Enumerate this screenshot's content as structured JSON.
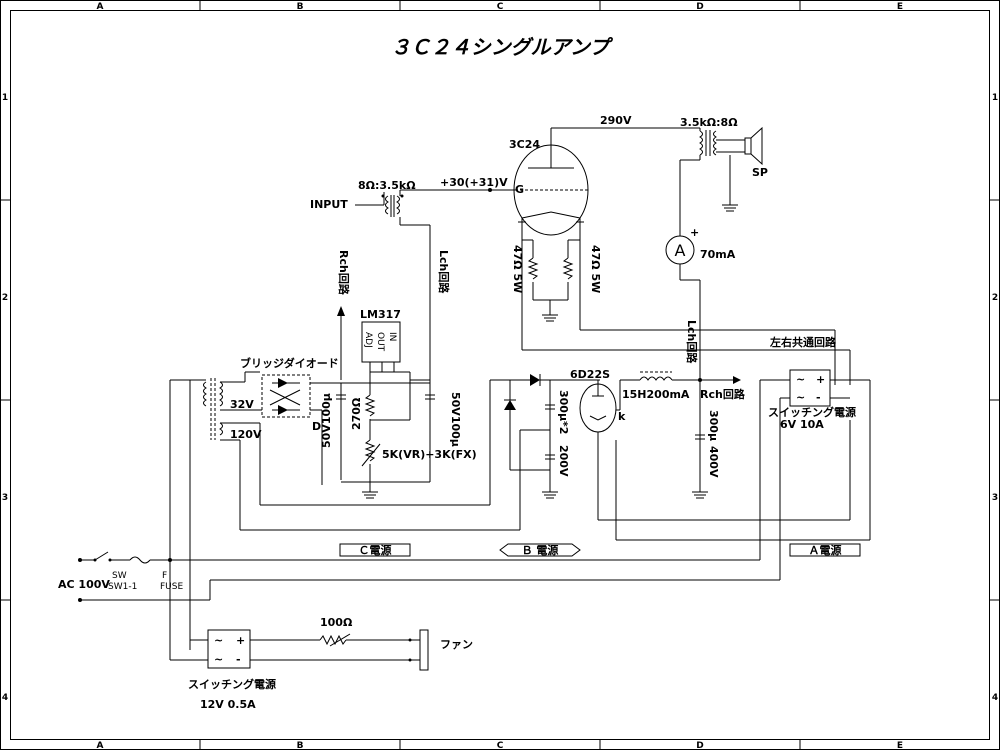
{
  "title": "３Ｃ２４シングルアンプ",
  "grid": {
    "columns": [
      "A",
      "B",
      "C",
      "D",
      "E"
    ],
    "rows": [
      "1",
      "2",
      "3",
      "4"
    ]
  },
  "labels": {
    "input_trans": "8Ω:3.5kΩ",
    "input": "INPUT",
    "grid_bias": "+30(+31)V",
    "grid_pin": "G",
    "tube": "3C24",
    "b_plus": "290V",
    "output_trans": "3.5kΩ:8Ω",
    "speaker": "SP",
    "ammeter": "A",
    "plate_current": "70mA",
    "res_47_left": "47Ω 5W",
    "res_47_right": "47Ω 5W",
    "rch_circuit": "Rch回路",
    "lch_circuit": "Lch回路",
    "lch_circuit_2": "Lch回路",
    "regulator": "LM317",
    "adj": "ADJ",
    "out": "OUT",
    "in": "IN",
    "bridge": "ブリッジダイオード",
    "tap_32": "32V",
    "tap_120": "120V",
    "diode_d": "D",
    "cap_50_100_a": "50V100μ",
    "res_270": "270Ω",
    "cap_50_100_b": "50V100μ",
    "vr": "5K(VR)+3K(FX)",
    "rectifier": "6D22S",
    "cap_300x2": "300μ*2",
    "cap_200": "200V",
    "k_pin": "k",
    "choke": "15H200mA",
    "rch_out": "Rch回路",
    "cap_300": "300μ",
    "cap_400": "400V",
    "common": "左右共通回路",
    "sw_psu_a": "スイッチング電源",
    "sw_psu_a_rating": "6V  10A",
    "c_supply": "Ｃ電源",
    "b_supply": "Ｂ 電源",
    "a_supply": "Ａ電源",
    "ac": "AC 100V",
    "sw": "SW",
    "sw_id": "SW1-1",
    "fuse_f": "F",
    "fuse": "FUSE",
    "res_100": "100Ω",
    "fan": "ファン",
    "sw_psu_fan": "スイッチング電源",
    "sw_psu_fan_rating": "12V  0.5A",
    "plus": "+",
    "minus": "-",
    "tilde": "~"
  }
}
